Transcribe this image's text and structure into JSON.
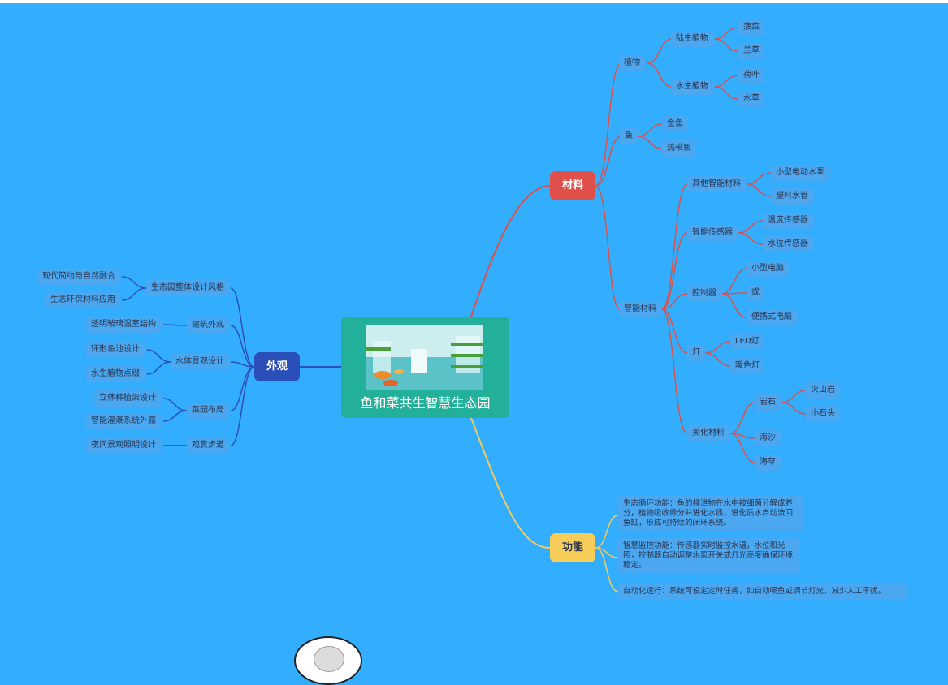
{
  "root": {
    "title": "鱼和菜共生智慧生态园"
  },
  "branches": {
    "materials": {
      "label": "材料",
      "color": "#e0504a",
      "plants": {
        "label": "植物",
        "land": {
          "label": "陆生植物",
          "items": [
            "菠菜",
            "兰草"
          ]
        },
        "water": {
          "label": "水生植物",
          "items": [
            "荷叶",
            "水草"
          ]
        }
      },
      "fish": {
        "label": "鱼",
        "items": [
          "金鱼",
          "热带鱼"
        ]
      },
      "smart": {
        "label": "智能材料",
        "other": {
          "label": "其他智能材料",
          "items": [
            "小型电动水泵",
            "塑料水管"
          ]
        },
        "sensors": {
          "label": "智能传感器",
          "items": [
            "温度传感器",
            "水位传感器"
          ]
        },
        "controller": {
          "label": "控制器",
          "items": [
            "小型电脑",
            "或",
            "便携式电脑"
          ]
        },
        "lights": {
          "label": "灯",
          "items": [
            "LED灯",
            "暖色灯"
          ]
        },
        "decor": {
          "label": "美化材料",
          "rock": {
            "label": "岩石",
            "items": [
              "火山岩",
              "小石头"
            ]
          },
          "items": [
            "海沙",
            "海草"
          ]
        }
      }
    },
    "functions": {
      "label": "功能",
      "color": "#f7cd5a",
      "items": [
        "生态循环功能：鱼的排泄物在水中被细菌分解成养分，植物吸收养分并进化水质，进化后水自动流回鱼缸，形成可持续的闭环系统。",
        "智慧监控功能：传感器实时监控水温，水位和光照，控制器自动调整水泵开关或灯光亮度确保环境稳定。",
        "自动化运行：系统可设定定时任务，如自动喂鱼或调节灯光，减少人工干扰。"
      ]
    },
    "appearance": {
      "label": "外观",
      "color": "#2b4fb8",
      "groups": [
        {
          "label": "生态园整体设计风格",
          "items": [
            "现代简约与自然融合",
            "生态环保材料应用"
          ]
        },
        {
          "label": "建筑外观",
          "items": [
            "透明玻璃温室结构"
          ]
        },
        {
          "label": "水体景观设计",
          "items": [
            "环形鱼池设计",
            "水生植物点缀"
          ]
        },
        {
          "label": "菜园布局",
          "items": [
            "立体种植架设计",
            "智能灌溉系统外露"
          ]
        },
        {
          "label": "观赏步道",
          "items": [
            "夜间景观照明设计"
          ]
        }
      ]
    }
  }
}
